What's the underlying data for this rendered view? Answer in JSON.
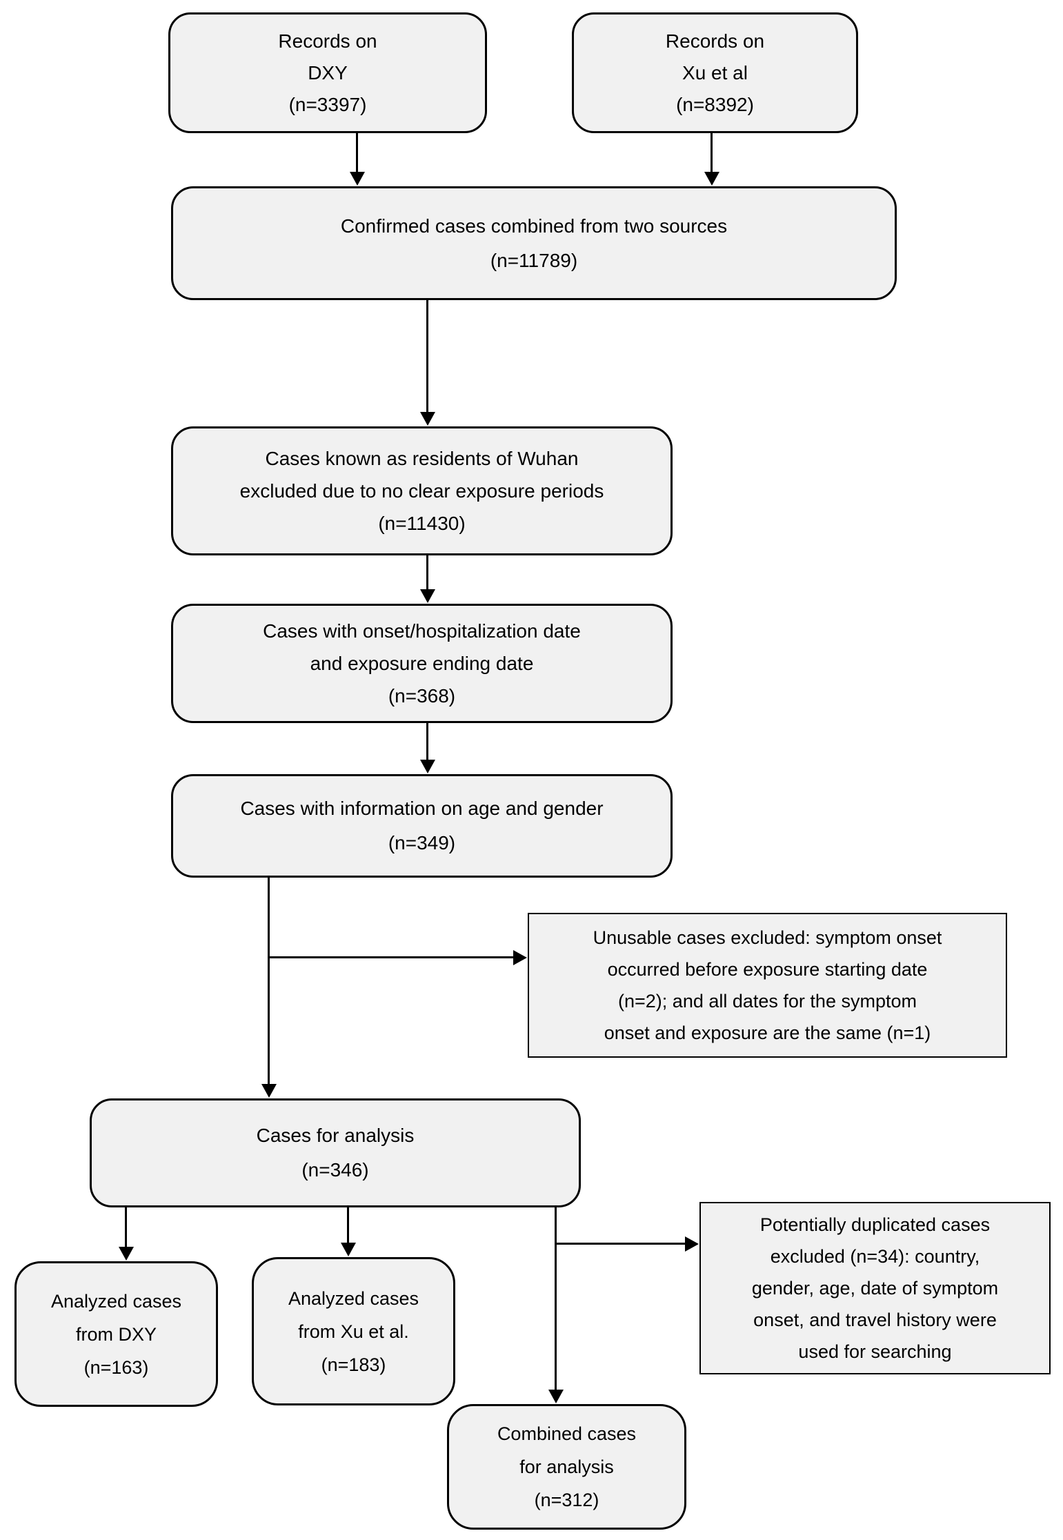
{
  "diagram": {
    "type": "flowchart",
    "background_color": "#ffffff",
    "node_fill_color": "#f1f1f1",
    "node_border_color": "#000000",
    "arrow_color": "#000000",
    "nodes": [
      {
        "id": "records-dxy",
        "shape": "rounded",
        "lines": [
          "Records on",
          "DXY",
          "(n=3397)"
        ]
      },
      {
        "id": "records-xu",
        "shape": "rounded",
        "lines": [
          "Records on",
          "Xu et al",
          "(n=8392)"
        ]
      },
      {
        "id": "combined-sources",
        "shape": "rounded",
        "lines": [
          "Confirmed cases combined from two sources",
          "(n=11789)"
        ]
      },
      {
        "id": "wuhan-excluded",
        "shape": "rounded",
        "lines": [
          "Cases known as residents of Wuhan",
          "excluded due to no clear exposure periods",
          "(n=11430)"
        ]
      },
      {
        "id": "onset-exposure-date",
        "shape": "rounded",
        "lines": [
          "Cases with onset/hospitalization date",
          "and exposure ending date",
          "(n=368)"
        ]
      },
      {
        "id": "age-gender",
        "shape": "rounded",
        "lines": [
          "Cases with information on age and gender",
          "(n=349)"
        ]
      },
      {
        "id": "unusable-excluded",
        "shape": "rect",
        "lines": [
          "Unusable cases excluded: symptom onset",
          "occurred before exposure starting date",
          "(n=2); and all dates for the symptom",
          "onset and exposure are the same (n=1)"
        ]
      },
      {
        "id": "cases-for-analysis",
        "shape": "rounded",
        "lines": [
          "Cases for analysis",
          "(n=346)"
        ]
      },
      {
        "id": "analyzed-dxy",
        "shape": "rounded",
        "lines": [
          "Analyzed cases",
          "from DXY",
          "(n=163)"
        ]
      },
      {
        "id": "analyzed-xu",
        "shape": "rounded",
        "lines": [
          "Analyzed cases",
          "from Xu et al.",
          "(n=183)"
        ]
      },
      {
        "id": "duplicated-excluded",
        "shape": "rect",
        "lines": [
          "Potentially duplicated cases",
          "excluded (n=34): country,",
          "gender, age, date of symptom",
          "onset, and travel history were",
          "used for searching"
        ]
      },
      {
        "id": "combined-analysis",
        "shape": "rounded",
        "lines": [
          "Combined cases",
          "for analysis",
          "(n=312)"
        ]
      }
    ],
    "edges": [
      {
        "from": "records-dxy",
        "to": "combined-sources"
      },
      {
        "from": "records-xu",
        "to": "combined-sources"
      },
      {
        "from": "combined-sources",
        "to": "wuhan-excluded"
      },
      {
        "from": "wuhan-excluded",
        "to": "onset-exposure-date"
      },
      {
        "from": "onset-exposure-date",
        "to": "age-gender"
      },
      {
        "from": "age-gender",
        "to": "cases-for-analysis"
      },
      {
        "from": "age-gender",
        "to": "unusable-excluded"
      },
      {
        "from": "cases-for-analysis",
        "to": "analyzed-dxy"
      },
      {
        "from": "cases-for-analysis",
        "to": "analyzed-xu"
      },
      {
        "from": "cases-for-analysis",
        "to": "combined-analysis"
      },
      {
        "from": "cases-for-analysis",
        "to": "duplicated-excluded"
      }
    ]
  }
}
